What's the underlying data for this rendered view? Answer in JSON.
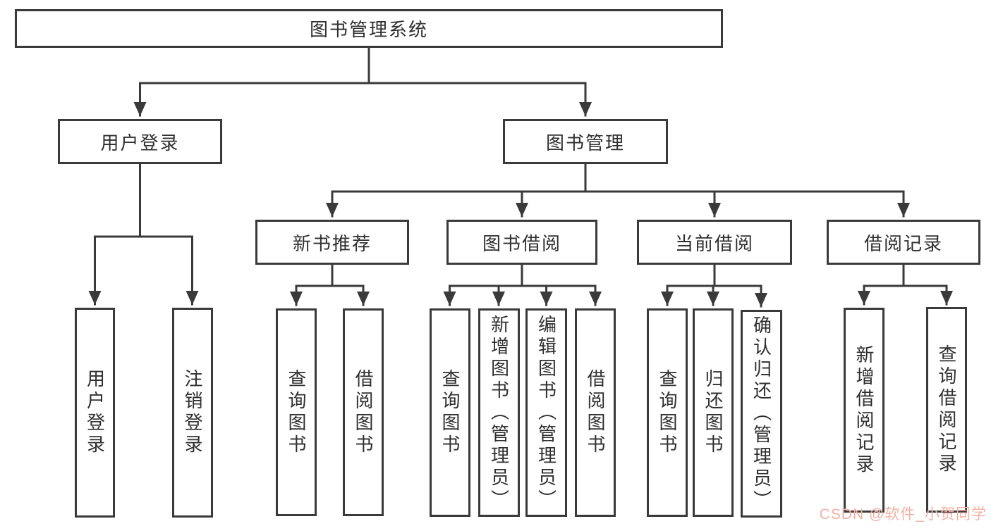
{
  "diagram": {
    "root": {
      "label": "图书管理系统"
    },
    "level1": [
      {
        "label": "用户登录",
        "children": [
          {
            "label": "用户登录"
          },
          {
            "label": "注销登录"
          }
        ]
      },
      {
        "label": "图书管理",
        "children": [
          {
            "label": "新书推荐",
            "children": [
              {
                "label": "查询图书"
              },
              {
                "label": "借阅图书"
              }
            ]
          },
          {
            "label": "图书借阅",
            "children": [
              {
                "label": "查询图书"
              },
              {
                "label": "新增图书（管理员）"
              },
              {
                "label": "编辑图书（管理员）"
              },
              {
                "label": "借阅图书"
              }
            ]
          },
          {
            "label": "当前借阅",
            "children": [
              {
                "label": "查询图书"
              },
              {
                "label": "归还图书"
              },
              {
                "label": "确认归还（管理员）"
              }
            ]
          },
          {
            "label": "借阅记录",
            "children": [
              {
                "label": "新增借阅记录"
              },
              {
                "label": "查询借阅记录"
              }
            ]
          }
        ]
      }
    ]
  },
  "watermark": {
    "text": "CSDN @软件_小贺同学"
  },
  "colors": {
    "box_border": "#3a3a3a",
    "connector_line": "#3a3a3a",
    "text": "#2f2f2f",
    "watermark": "#f3b0a4",
    "background": "#ffffff"
  }
}
